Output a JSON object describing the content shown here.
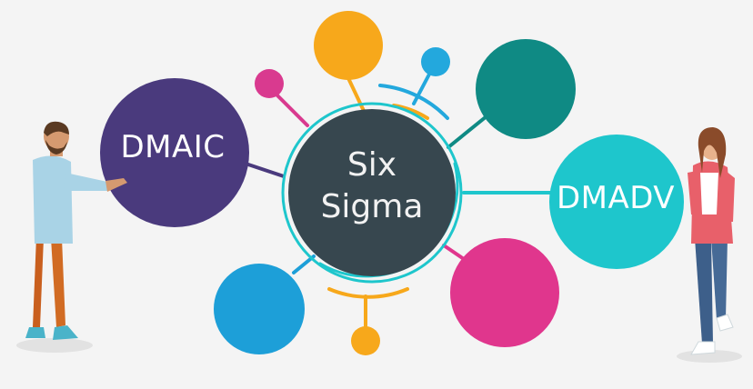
{
  "diagram": {
    "center": {
      "line1": "Six",
      "line2": "Sigma",
      "color": "#37474f"
    },
    "left_node": {
      "label": "DMAIC",
      "color": "#4a3a7d"
    },
    "right_node": {
      "label": "DMADV",
      "color": "#1ec6cc"
    }
  },
  "colors": {
    "background": "#f4f4f4",
    "orange": "#f7a81b",
    "magenta": "#d93a8f",
    "light_blue": "#23a8dd",
    "teal": "#0f8a84",
    "pink": "#e0368d",
    "blue": "#1d9fd8",
    "cyan": "#1ec6cc"
  },
  "people": [
    {
      "role": "man-pointing"
    },
    {
      "role": "woman-standing"
    }
  ]
}
